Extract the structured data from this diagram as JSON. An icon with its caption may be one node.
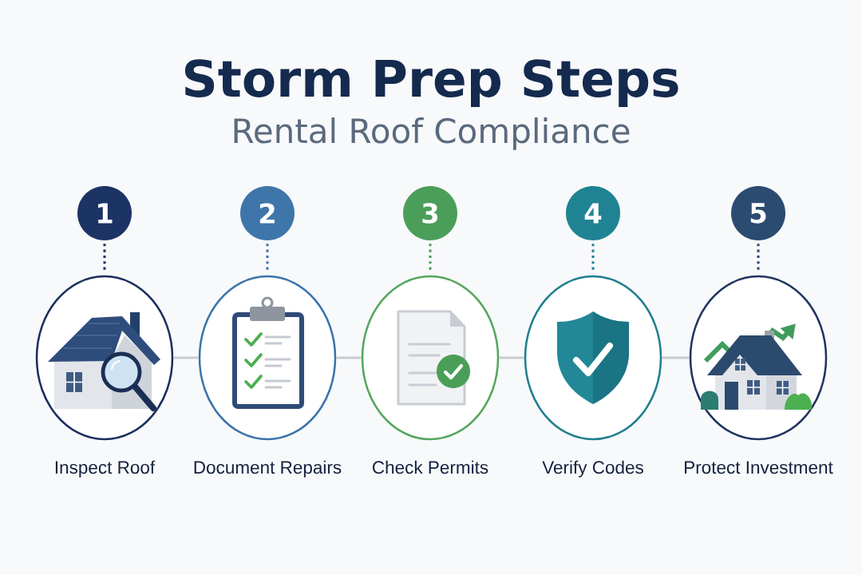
{
  "diagram": {
    "title": "Storm Prep Steps",
    "nodes": [
      {
        "text": [
          "1"
        ]
      },
      {
        "text": [
          "2"
        ]
      },
      {
        "text": [
          "3"
        ]
      },
      {
        "text": [
          "4"
        ]
      },
      {
        "text": [
          "5"
        ]
      },
      {
        "text": [
          "Inspect Roof"
        ]
      },
      {
        "text": [
          "Document Repairs"
        ]
      },
      {
        "text": [
          "Check Permits"
        ]
      },
      {
        "text": [
          "Verify Codes"
        ]
      },
      {
        "text": [
          "Protect Investment"
        ]
      }
    ],
    "edges": [
      {
        "from": 0,
        "to": 5,
        "arrow": "none",
        "style": "dashed",
        "color": "#1b3263"
      },
      {
        "from": 1,
        "to": 6,
        "arrow": "none",
        "style": "dashed",
        "color": "#3e74a8"
      },
      {
        "from": 2,
        "to": 7,
        "arrow": "none",
        "style": "dashed",
        "color": "#4b9d58"
      },
      {
        "from": 3,
        "to": 8,
        "arrow": "none",
        "style": "dashed",
        "color": "#1f8191"
      },
      {
        "from": 4,
        "to": 9,
        "arrow": "none",
        "style": "dashed",
        "color": "#2b4a70"
      },
      {
        "from": 5,
        "to": 6,
        "arrow": "none"
      },
      {
        "from": 6,
        "to": 7,
        "arrow": "none"
      },
      {
        "from": 7,
        "to": 8,
        "arrow": "none"
      },
      {
        "from": 8,
        "to": 9,
        "arrow": "none"
      }
    ],
    "labels": [
      "Rental Roof Compliance"
    ]
  }
}
